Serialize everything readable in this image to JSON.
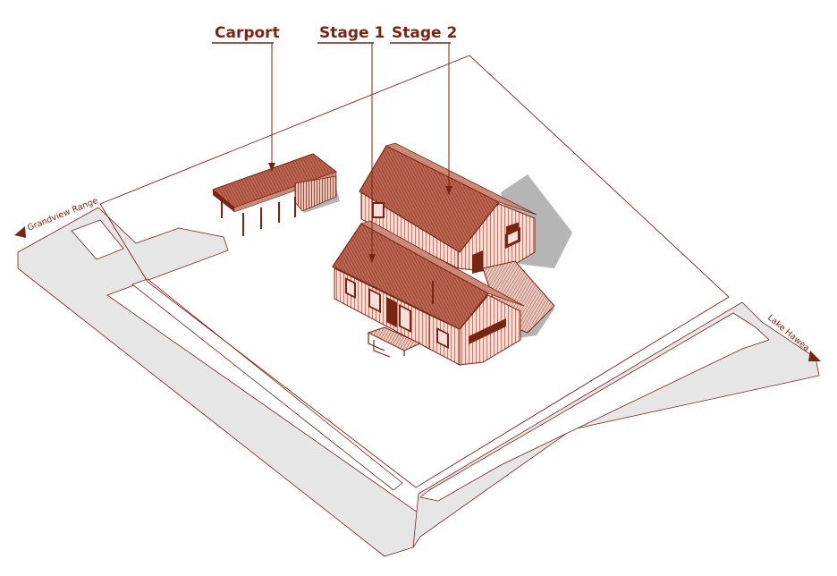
{
  "colors": {
    "accent": "#7a2412",
    "roof": "#b45a46",
    "wall": "#f3dcd4",
    "wall_dark": "#e2bfb3",
    "road_fill": "#e6e6e6",
    "shadow": "#b5b5b5",
    "background": "#ffffff"
  },
  "callouts": {
    "carport": "Carport",
    "stage1": "Stage 1",
    "stage2": "Stage 2"
  },
  "roads": {
    "left": "Grandview Range",
    "right": "Lake Hawea"
  },
  "icons": {
    "left_arrow": "triangle-left-icon",
    "right_arrow": "triangle-right-icon"
  }
}
